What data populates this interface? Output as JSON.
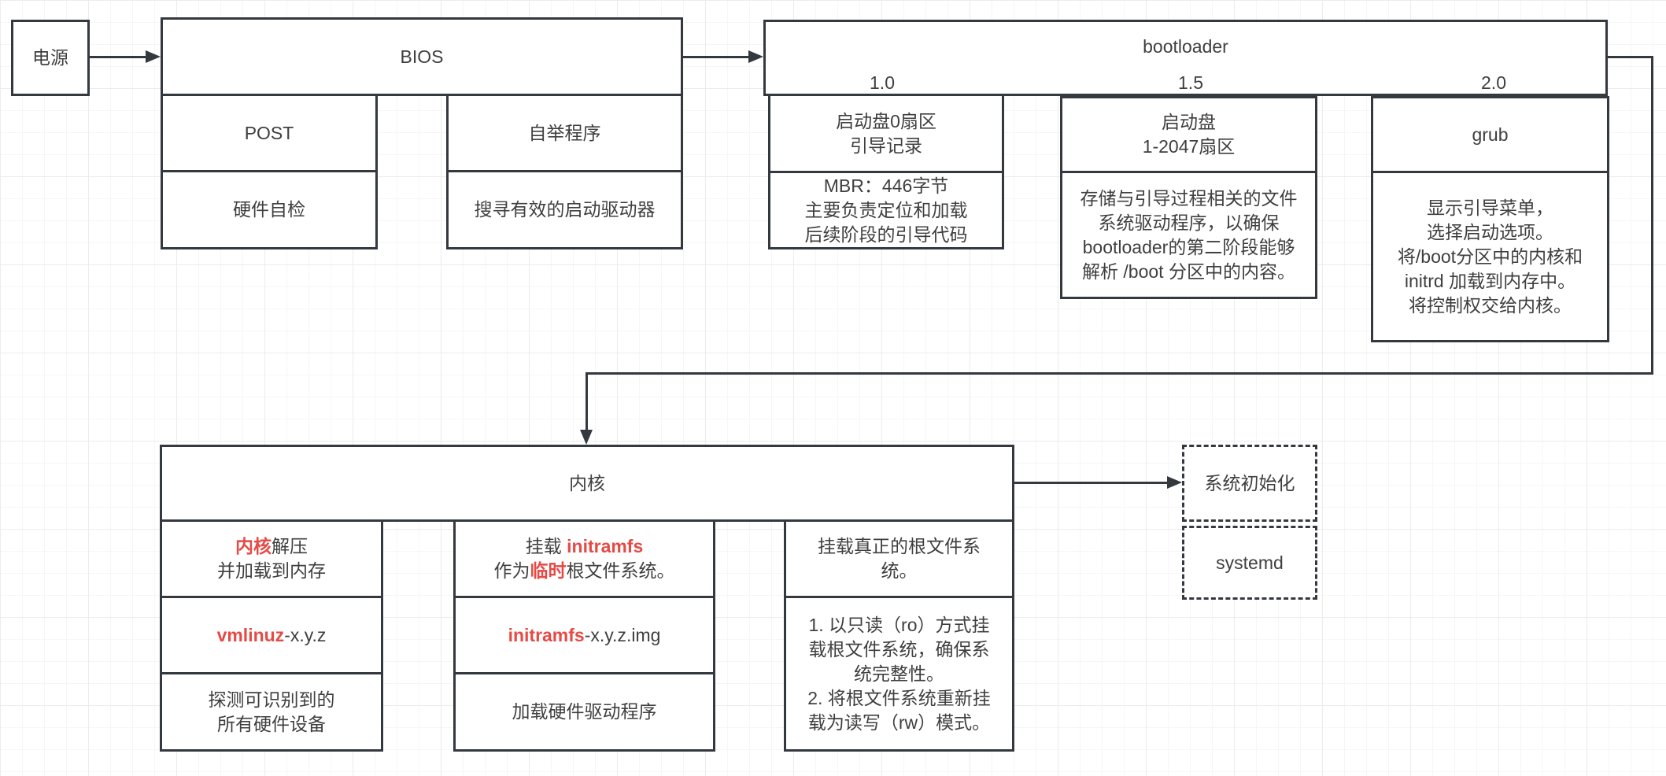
{
  "colors": {
    "line": "#34383f",
    "text": "#3f3f3f",
    "accent_red": "#e64a45",
    "background": "#ffffff",
    "grid_minor": "#f6f6f6",
    "grid_major": "#ececec"
  },
  "nodes": {
    "power": {
      "label": "电源"
    },
    "bios": {
      "title": "BIOS",
      "post_title": "POST",
      "post_desc": "硬件自检",
      "bootstrap_title": "自举程序",
      "bootstrap_desc": "搜寻有效的启动驱动器"
    },
    "bootloader": {
      "title": "bootloader",
      "stage_10": "1.0",
      "stage_15": "1.5",
      "stage_20": "2.0",
      "s10_title": [
        [
          {
            "t": "启动盘0扇区"
          }
        ],
        [
          {
            "t": "引导记录"
          }
        ]
      ],
      "s10_desc": [
        [
          {
            "t": "MBR：446字节"
          }
        ],
        [
          {
            "t": "主要负责定位和加载"
          }
        ],
        [
          {
            "t": "后续阶段的引导代码"
          }
        ]
      ],
      "s15_title": [
        [
          {
            "t": "启动盘"
          }
        ],
        [
          {
            "t": "1-2047扇区"
          }
        ]
      ],
      "s15_desc": [
        [
          {
            "t": "存储与引导过程相关的文件"
          }
        ],
        [
          {
            "t": "系统驱动程序，以确保"
          }
        ],
        [
          {
            "t": "bootloader的第二阶段能够"
          }
        ],
        [
          {
            "t": "解析 /boot 分区中的内容。"
          }
        ]
      ],
      "s20_title": "grub",
      "s20_desc": [
        [
          {
            "t": "显示引导菜单，"
          }
        ],
        [
          {
            "t": "选择启动选项。"
          }
        ],
        [
          {
            "t": "将/boot分区中的内核和"
          }
        ],
        [
          {
            "t": "initrd 加载到内存中。"
          }
        ],
        [
          {
            "t": "将控制权交给内核。"
          }
        ]
      ]
    },
    "kernel": {
      "title": "内核",
      "a1": [
        [
          {
            "t": "内核",
            "red": true
          },
          {
            "t": "解压"
          }
        ],
        [
          {
            "t": "并加载到内存"
          }
        ]
      ],
      "a2": [
        [
          {
            "t": "vmlinuz",
            "red": true
          },
          {
            "t": "-x.y.z"
          }
        ]
      ],
      "a3": [
        [
          {
            "t": "探测可识别到的"
          }
        ],
        [
          {
            "t": "所有硬件设备"
          }
        ]
      ],
      "b1": [
        [
          {
            "t": "挂载 "
          },
          {
            "t": "initramfs",
            "red": true
          }
        ],
        [
          {
            "t": "作为"
          },
          {
            "t": "临时",
            "red": true
          },
          {
            "t": "根文件系统。"
          }
        ]
      ],
      "b2": [
        [
          {
            "t": "initramfs",
            "red": true
          },
          {
            "t": "-x.y.z.img"
          }
        ]
      ],
      "b3": [
        [
          {
            "t": "加载硬件驱动程序"
          }
        ]
      ],
      "c1": [
        [
          {
            "t": "挂载真正的根文件系"
          }
        ],
        [
          {
            "t": "统。"
          }
        ]
      ],
      "c2": [
        [
          {
            "t": "1. 以只读（ro）方式挂"
          }
        ],
        [
          {
            "t": "载根文件系统，确保系"
          }
        ],
        [
          {
            "t": "统完整性。"
          }
        ],
        [
          {
            "t": "2. 将根文件系统重新挂"
          }
        ],
        [
          {
            "t": "载为读写（rw）模式。"
          }
        ]
      ]
    },
    "init": {
      "sysinit": "系统初始化",
      "systemd": "systemd"
    }
  }
}
